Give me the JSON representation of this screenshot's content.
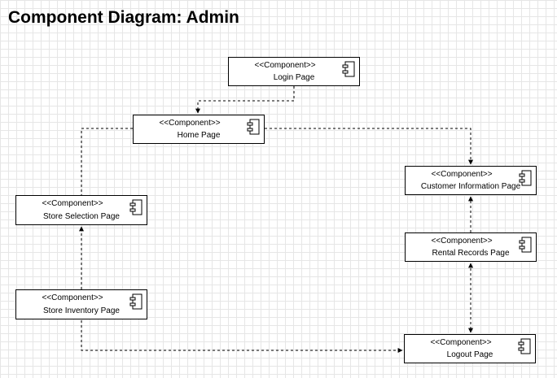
{
  "diagram": {
    "title": "Component Diagram: Admin",
    "components": [
      {
        "id": "login",
        "stereotype": "<<Component>>",
        "name": "Login Page"
      },
      {
        "id": "home",
        "stereotype": "<<Component>>",
        "name": "Home Page"
      },
      {
        "id": "customer",
        "stereotype": "<<Component>>",
        "name": "Customer Information Page"
      },
      {
        "id": "store-selection",
        "stereotype": "<<Component>>",
        "name": "Store Selection Page"
      },
      {
        "id": "rental",
        "stereotype": "<<Component>>",
        "name": "Rental Records Page"
      },
      {
        "id": "store-inventory",
        "stereotype": "<<Component>>",
        "name": "Store Inventory Page"
      },
      {
        "id": "logout",
        "stereotype": "<<Component>>",
        "name": "Logout Page"
      }
    ],
    "connectors": [
      {
        "from": "login",
        "to": "home",
        "style": "dashed",
        "arrow": "target"
      },
      {
        "from": "home",
        "to": "store-selection",
        "style": "dashed",
        "arrow": "none"
      },
      {
        "from": "home",
        "to": "customer",
        "style": "dashed",
        "arrow": "target"
      },
      {
        "from": "store-inventory",
        "to": "store-selection",
        "style": "dashed",
        "arrow": "target"
      },
      {
        "from": "rental",
        "to": "customer",
        "style": "dashed",
        "arrow": "target"
      },
      {
        "from": "rental",
        "to": "logout",
        "style": "dashed",
        "arrow": "both"
      },
      {
        "from": "store-inventory",
        "to": "logout",
        "style": "dashed",
        "arrow": "target"
      }
    ]
  }
}
